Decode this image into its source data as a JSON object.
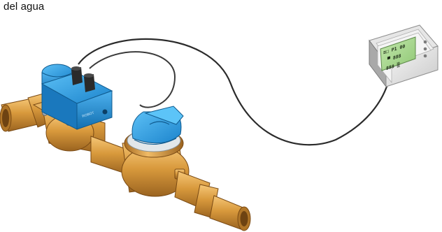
{
  "caption": "del agua",
  "illustration": {
    "components": [
      "brass-water-pipe",
      "solenoid-valve",
      "water-meter",
      "signal-cable",
      "wall-controller"
    ]
  },
  "controller": {
    "display_line_1": "≡□ P1 00",
    "display_line_2": "▀ 888",
    "display_line_3": "888 ▒"
  },
  "valve": {
    "label": "ROBOT"
  },
  "colors": {
    "brass": "#d59a3c",
    "valve_blue": "#1f8fd6",
    "meter_cap_blue": "#2aa0e4",
    "lcd_green": "#a8d890",
    "cable": "#2b2b2b"
  }
}
